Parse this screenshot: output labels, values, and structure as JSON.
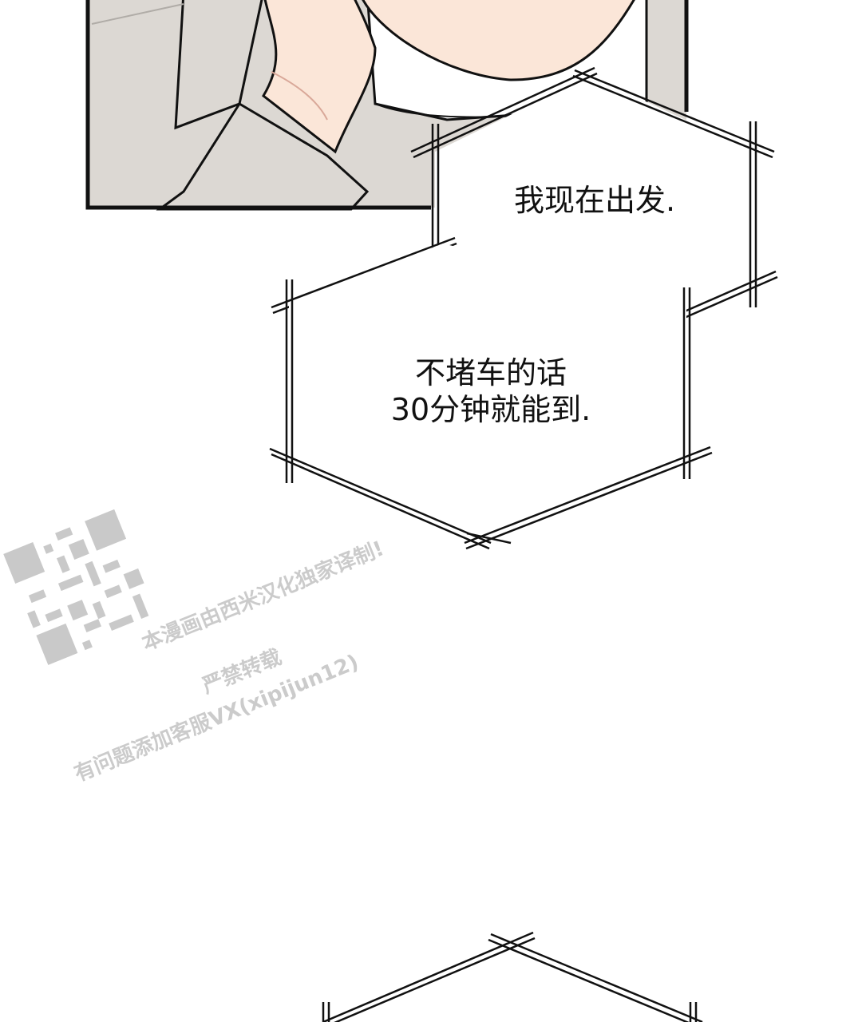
{
  "panel": {
    "background_color": "#dcd8d3",
    "skin_color": "#fbe6d8",
    "shirt_color": "#ffffff",
    "border_color": "#111111"
  },
  "bubbles": [
    {
      "text": "我现在出发."
    },
    {
      "lines": [
        "不堵车的话",
        "30分钟就能到."
      ]
    }
  ],
  "watermark": {
    "lines": [
      "本漫画由西米汉化独家译制!",
      "严禁转载",
      "有问题添加客服VX(xipijun12)"
    ],
    "qr_icon": "qr-code-icon",
    "color": "#a0a0a0"
  }
}
